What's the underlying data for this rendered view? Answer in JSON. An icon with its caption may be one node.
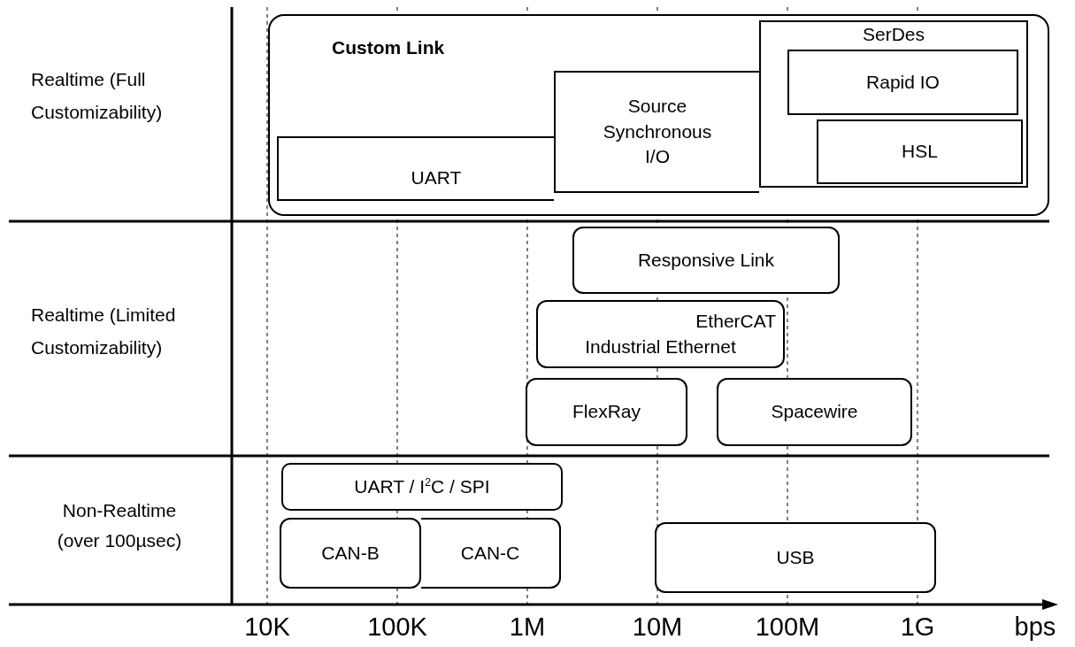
{
  "diagram": {
    "nodes": [
      {
        "text": [
          "Custom Link"
        ]
      },
      {
        "text": [
          "UART"
        ],
        "in": 0
      },
      {
        "text": [
          "Source Synchronous I/O"
        ],
        "in": 0
      },
      {
        "text": [
          "SerDes"
        ],
        "in": 0
      },
      {
        "text": [
          "Rapid IO"
        ],
        "in": 3
      },
      {
        "text": [
          "HSL"
        ],
        "in": 3
      },
      {
        "text": [
          "Responsive Link"
        ]
      },
      {
        "text": [
          "EtherCAT",
          "Industrial Ethernet"
        ]
      },
      {
        "text": [
          "FlexRay"
        ]
      },
      {
        "text": [
          "Spacewire"
        ]
      },
      {
        "text": [
          "UART / I$^{2}$C  /  SPI"
        ]
      },
      {
        "text": [
          "CAN-B"
        ]
      },
      {
        "text": [
          "CAN-C"
        ]
      },
      {
        "text": [
          "USB"
        ]
      }
    ],
    "labels": [
      "Realtime (Full Customizability)",
      "Realtime (Limited Customizability)",
      "Non-Realtime (over 100µsec)",
      "10K",
      "100K",
      "1M",
      "10M",
      "100M",
      "1G",
      "bps"
    ]
  }
}
